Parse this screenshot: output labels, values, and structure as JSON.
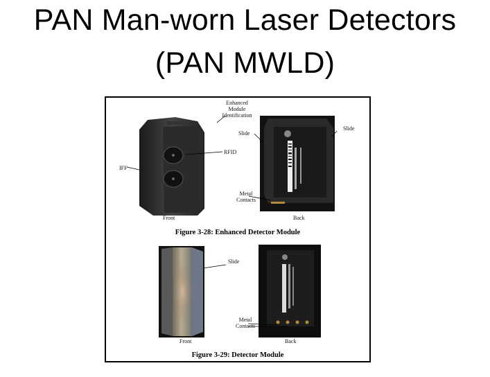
{
  "slide": {
    "title_line1": "PAN Man-worn Laser Detectors",
    "title_line2": "(PAN MWLD)"
  },
  "figure_top": {
    "caption": "Figure 3-28: Enhanced Detector Module",
    "labels": {
      "enhanced": [
        "Enhanced",
        "Module",
        "Identification"
      ],
      "rfid": "RFID",
      "iff": "IFF",
      "slide_left": "Slide",
      "slide_right": "Slide",
      "metal_contacts": [
        "Metal",
        "Contacts"
      ],
      "front": "Front",
      "back": "Back"
    }
  },
  "figure_bottom": {
    "caption": "Figure 3-29: Detector Module",
    "labels": {
      "slide": "Slide",
      "metal_contacts": [
        "Metal",
        "Contacts"
      ],
      "front": "Front",
      "back": "Back"
    }
  }
}
